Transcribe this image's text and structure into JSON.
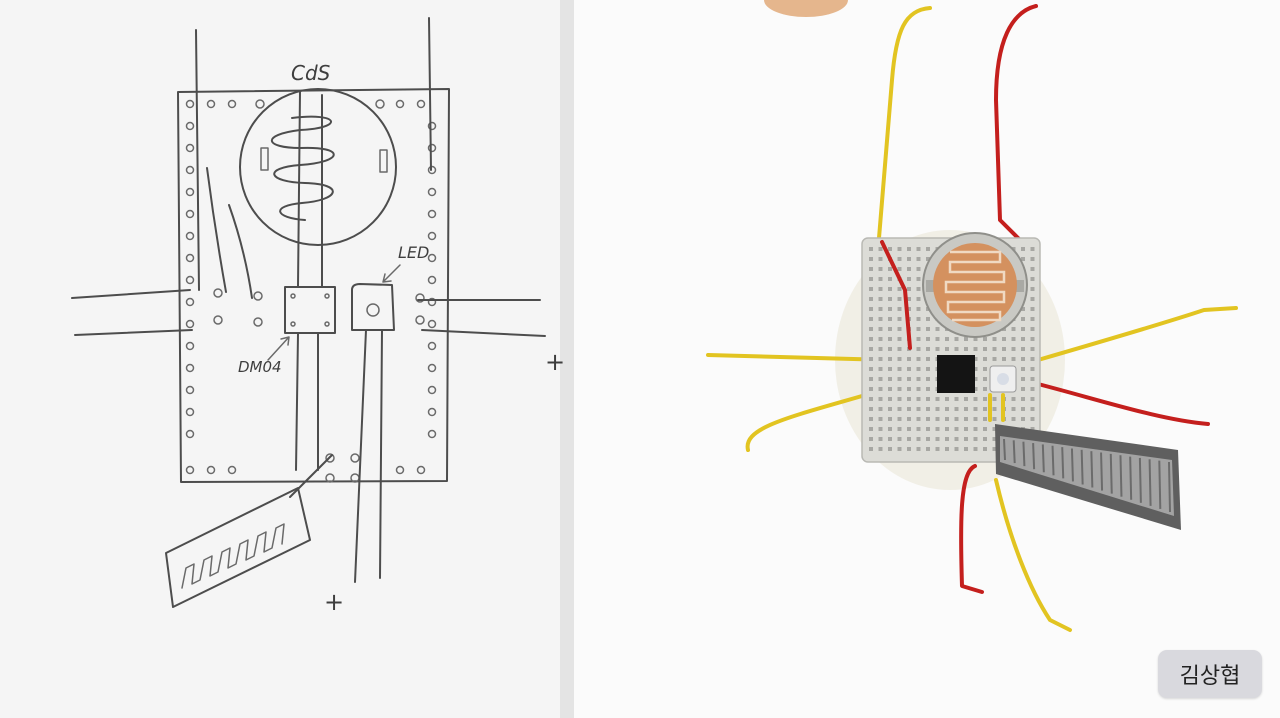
{
  "sketch": {
    "labels": {
      "cds": "CdS",
      "led": "LED",
      "driver": "DM04",
      "plus_right": "+",
      "plus_bottom": "+"
    }
  },
  "photo": {
    "name_tag": "김상협"
  },
  "colors": {
    "wire_yellow": "#e2c421",
    "wire_red": "#c41f1d",
    "pencil": "#4d4d4d",
    "photoresistor": "#d4915f",
    "breadboard": "#dcdcd7"
  }
}
